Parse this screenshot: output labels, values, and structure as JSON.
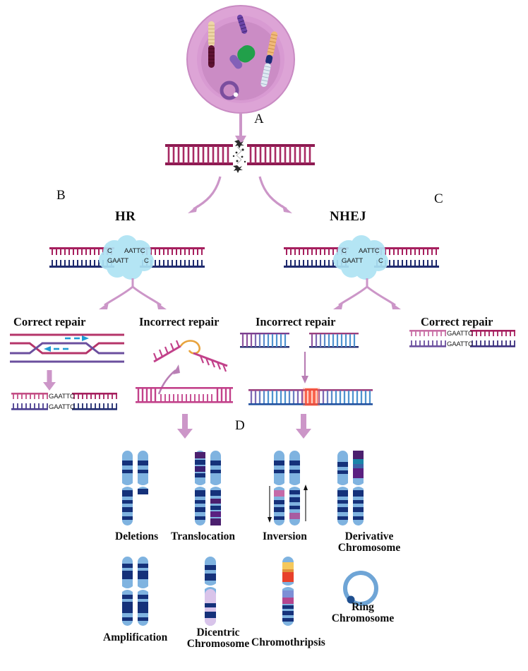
{
  "figure": {
    "panels": {
      "a": "A",
      "b": "B",
      "c": "C",
      "d": "D"
    },
    "pathways": {
      "hr": "HR",
      "nhej": "NHEJ"
    },
    "repair_labels": {
      "hr_correct": "Correct repair",
      "hr_incorrect": "Incorrect repair",
      "nhej_incorrect": "Incorrect repair",
      "nhej_correct": "Correct repair"
    },
    "sequences": {
      "hr_complex_top_left": "C",
      "hr_complex_top_right": "AATTC",
      "hr_complex_bottom_left": "GAATT",
      "hr_complex_bottom_right": "C",
      "nhej_complex_top_left": "C",
      "nhej_complex_top_right": "AATTC",
      "nhej_complex_bottom_left": "GAATT",
      "nhej_complex_bottom_right": "C",
      "hr_repaired_top": "GAATTC",
      "hr_repaired_bottom": "GAATTC",
      "nhej_repaired_top": "GAATTC",
      "nhej_repaired_bottom": "GAATTC"
    },
    "outcomes": [
      {
        "id": "deletions",
        "label": "Deletions"
      },
      {
        "id": "translocation",
        "label": "Translocation"
      },
      {
        "id": "inversion",
        "label": "Inversion"
      },
      {
        "id": "derivative-chromosome",
        "label_line1": "Derivative",
        "label_line2": "Chromosome"
      },
      {
        "id": "amplification",
        "label": "Amplification"
      },
      {
        "id": "dicentric-chromosome",
        "label_line1": "Dicentric",
        "label_line2": "Chromosome"
      },
      {
        "id": "chromothripsis",
        "label": "Chromothripsis"
      },
      {
        "id": "ring-chromosome",
        "label_line1": "Ring",
        "label_line2": "Chromosome"
      }
    ],
    "colors": {
      "cell_membrane": "#d9a0d0",
      "cell_cytoplasm": "#e0aada",
      "nucleus": "#cd8fc6",
      "arrow_pink": "#cc96c8",
      "dna_magenta": "#a61f5e",
      "dna_navy": "#1f2a6e",
      "dna_purple": "#6b4f9e",
      "repair_complex": "#aee3f4",
      "chromosome_light": "#7fb3e0",
      "chromosome_dark": "#15317a",
      "fusion_red": "#f4402a",
      "loop_orange": "#e8a33d",
      "strand_arrow_cyan": "#1f9bd4",
      "ring_blue": "#6fa5d6"
    }
  }
}
